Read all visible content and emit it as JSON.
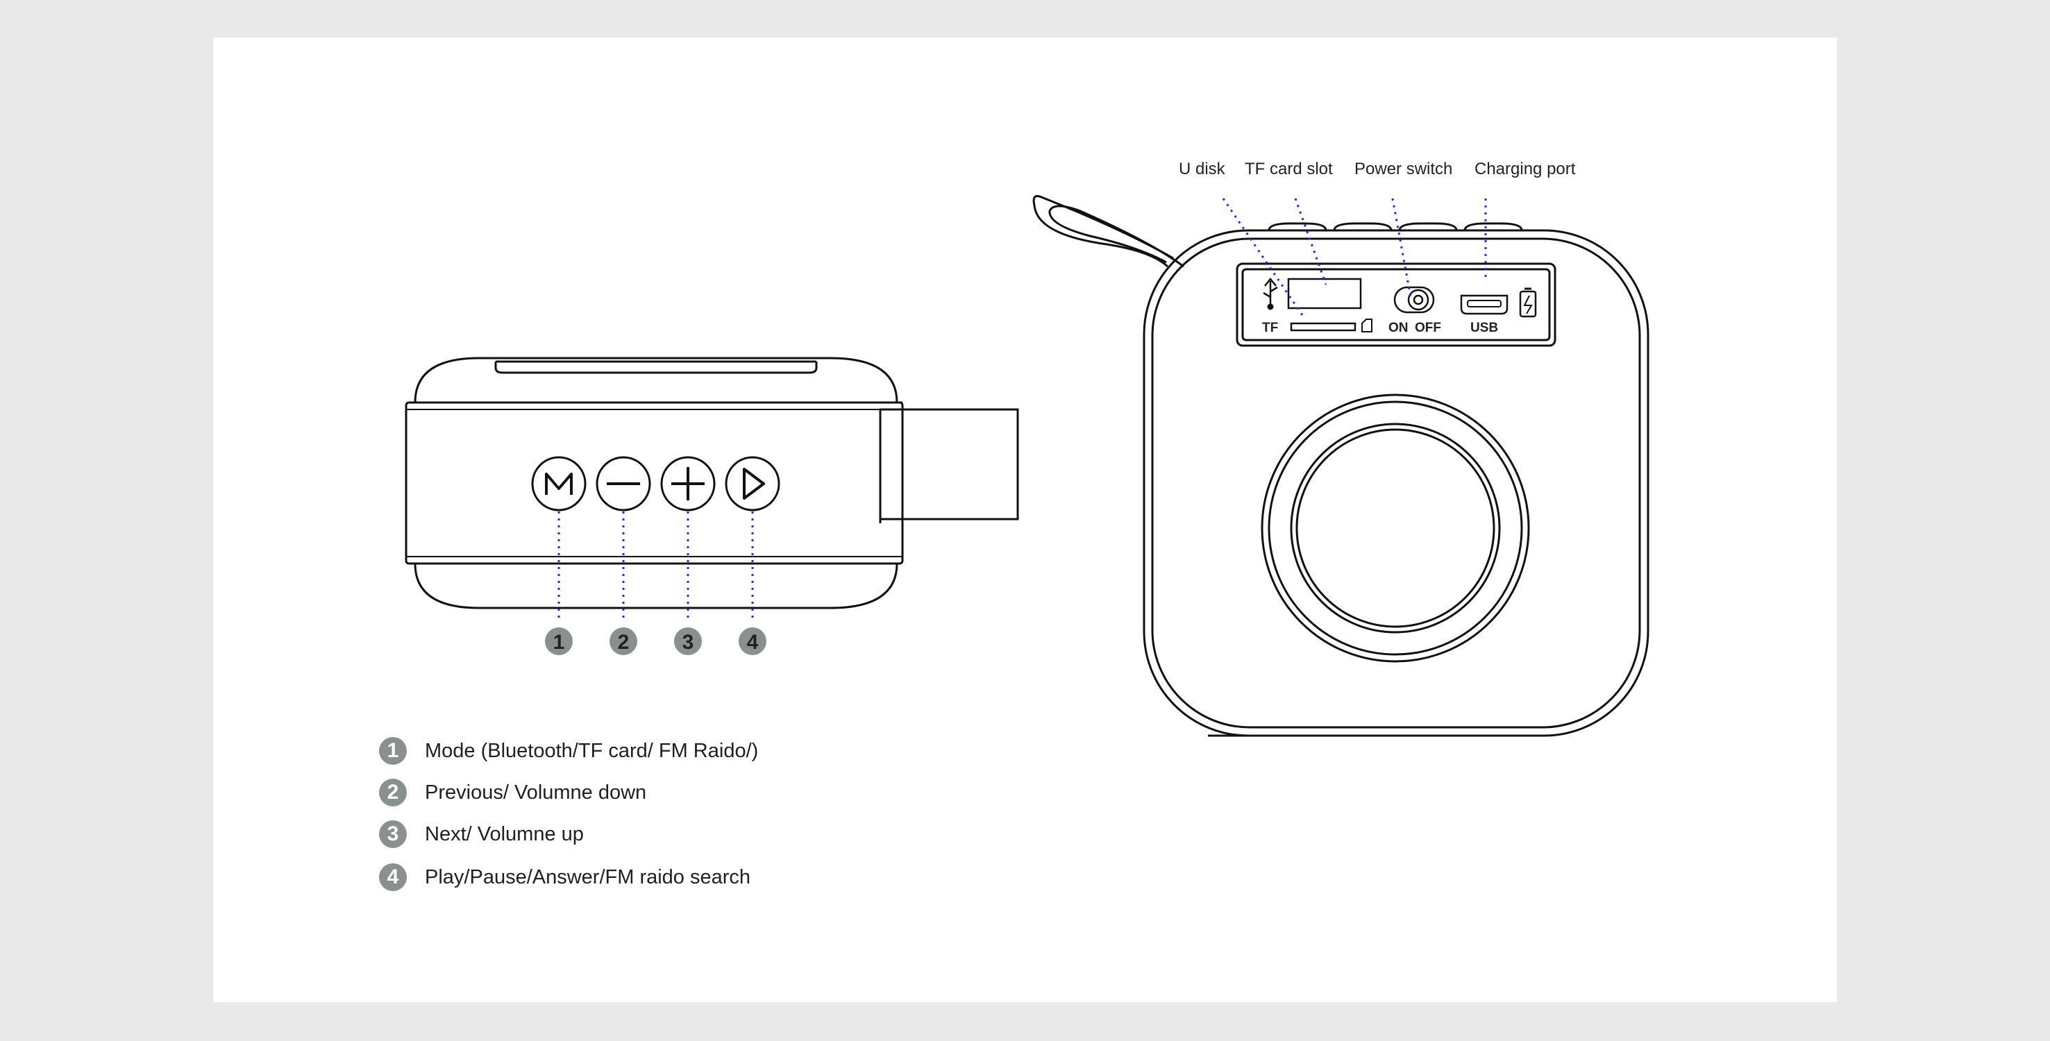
{
  "callouts": {
    "u_disk": "U disk",
    "tf_card_slot": "TF card slot",
    "power_switch": "Power switch",
    "charging_port": "Charging port"
  },
  "panel_marks": {
    "tf": "TF",
    "on": "ON",
    "off": "OFF",
    "usb": "USB"
  },
  "buttons": [
    {
      "number": "1",
      "symbol": "M",
      "icon": "mode-icon"
    },
    {
      "number": "2",
      "symbol": "minus",
      "icon": "minus-icon"
    },
    {
      "number": "3",
      "symbol": "plus",
      "icon": "plus-icon"
    },
    {
      "number": "4",
      "symbol": "play",
      "icon": "play-icon"
    }
  ],
  "legend": [
    {
      "number": "1",
      "text": "Mode (Bluetooth/TF card/ FM Raido/)"
    },
    {
      "number": "2",
      "text": "Previous/ Volumne down"
    },
    {
      "number": "3",
      "text": "Next/ Volumne up"
    },
    {
      "number": "4",
      "text": "Play/Pause/Answer/FM raido search"
    }
  ],
  "colors": {
    "background": "#e9e9e9",
    "sheet": "#ffffff",
    "outline": "#111111",
    "leader_line": "#2a2ae0",
    "badge": "#8a9090"
  }
}
